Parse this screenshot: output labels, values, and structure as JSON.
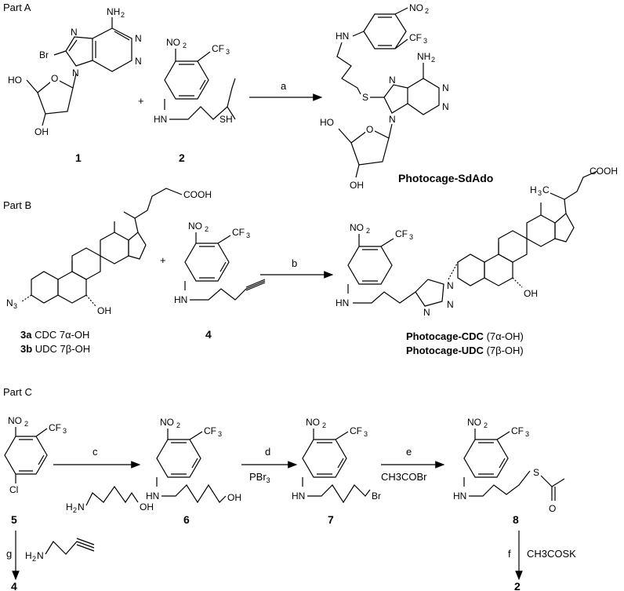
{
  "parts": {
    "a": "Part A",
    "b": "Part B",
    "c": "Part C"
  },
  "atoms": {
    "nh2": "NH",
    "no2": "NO",
    "cf3": "CF",
    "br": "Br",
    "ho": "HO",
    "oh": "OH",
    "hn": "HN",
    "sh": "SH",
    "s": "S",
    "n": "N",
    "o": "O",
    "cooh": "COOH",
    "n3": "N",
    "cl": "Cl",
    "h2n": "H",
    "h3c": "H",
    "sub2": "2",
    "sub3": "3"
  },
  "partA": {
    "plus": "+",
    "reagent": "a",
    "compound1": "1",
    "compound2": "2",
    "product": "Photocage-SdAdo"
  },
  "partB": {
    "plus": "+",
    "reagent": "b",
    "label3a_bold": "3a",
    "label3a_rest": " CDC 7α-OH",
    "label3b_bold": "3b",
    "label3b_rest": " UDC 7β-OH",
    "compound4": "4",
    "product1_bold": "Photocage-CDC",
    "product1_rest": " (7α-OH)",
    "product2_bold": "Photocage-UDC",
    "product2_rest": " (7β-OH)"
  },
  "partC": {
    "c_label": "c",
    "d_label": "d",
    "d_reagent": "PBr",
    "e_label": "e",
    "e_reagent": "CH3COBr",
    "f_label": "f",
    "f_reagent": "CH3COSK",
    "g_label": "g",
    "compound5": "5",
    "compound6": "6",
    "compound7": "7",
    "compound8": "8",
    "product4": "4",
    "product2": "2"
  }
}
